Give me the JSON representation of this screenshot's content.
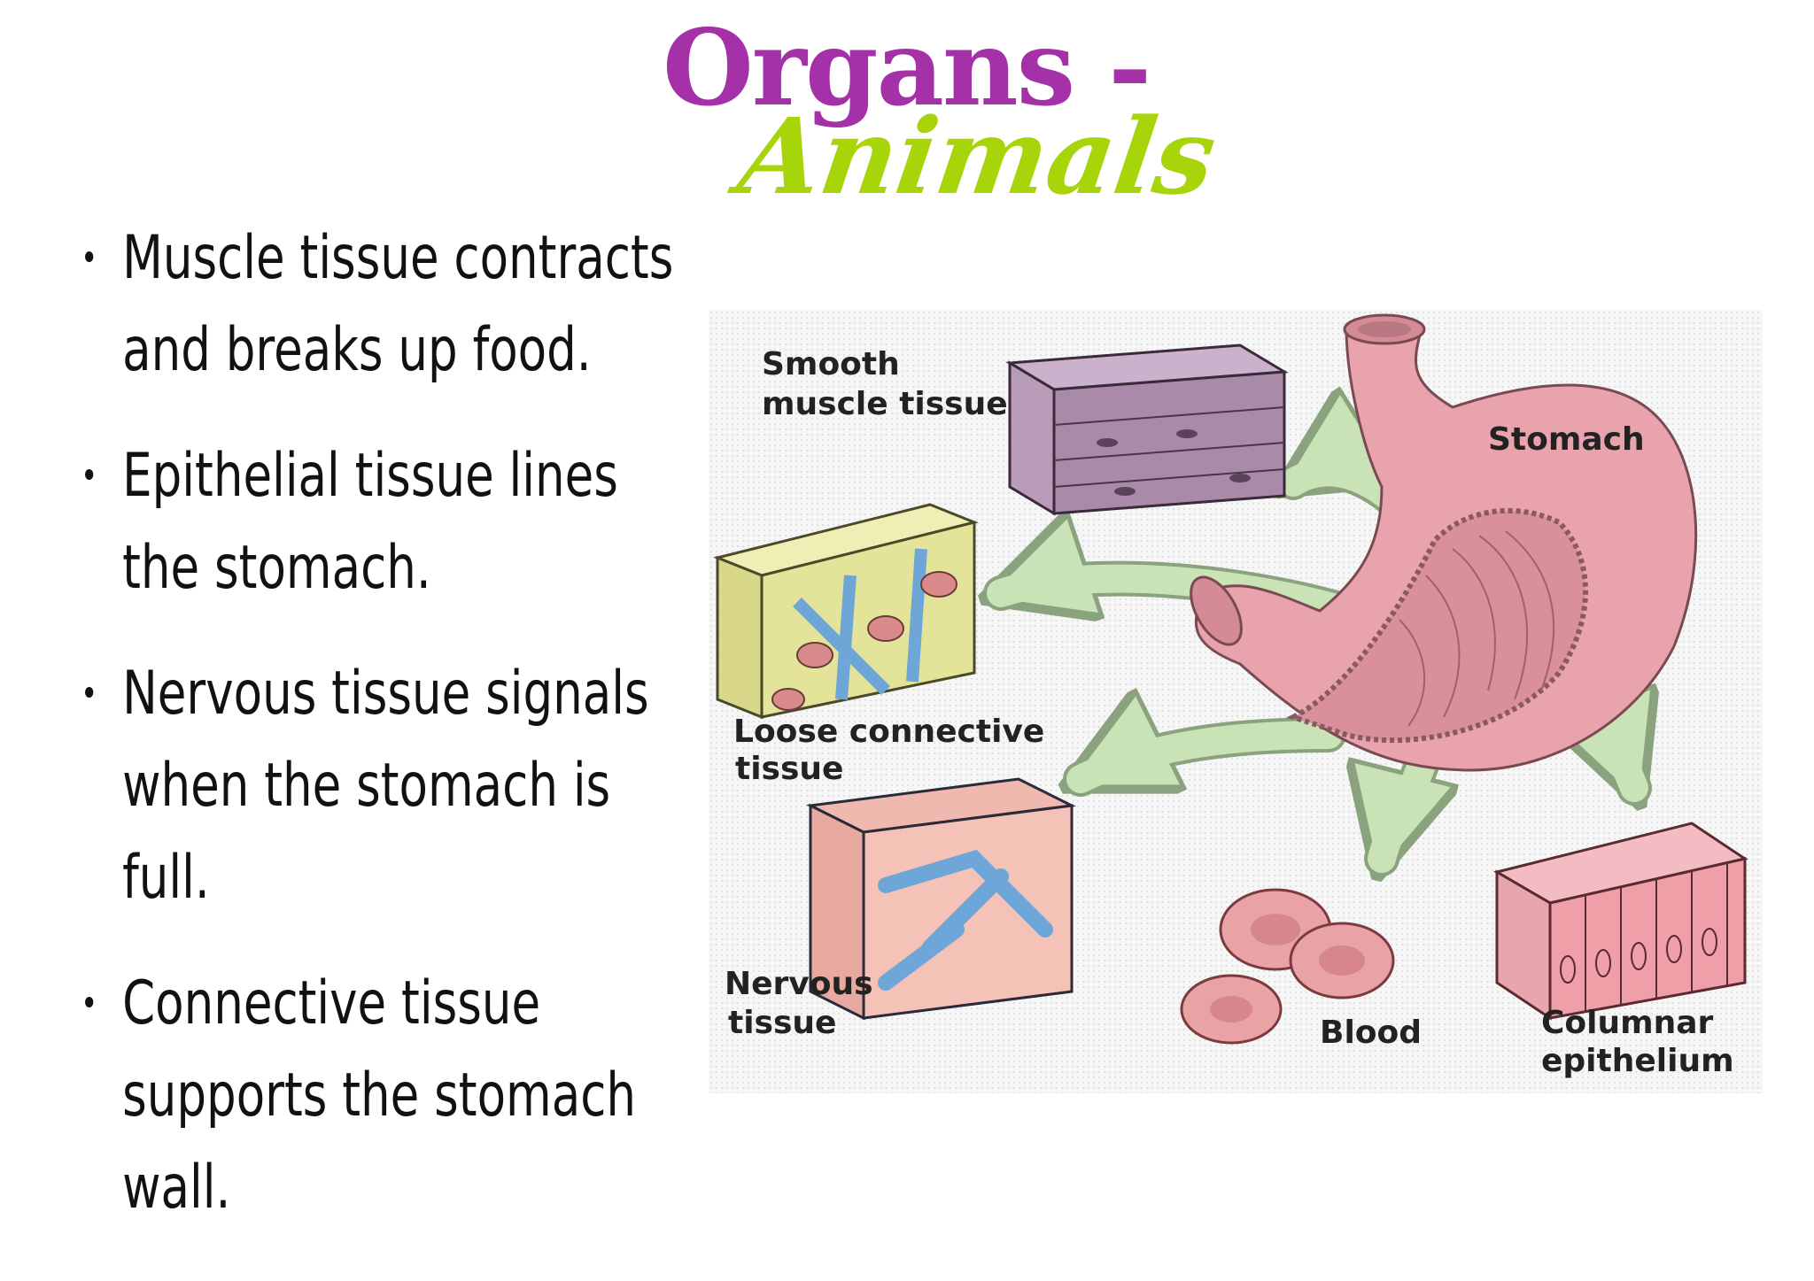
{
  "title": {
    "main": "Organs -",
    "sub": "Animals"
  },
  "bullets": [
    {
      "lines": [
        "Muscle tissue contracts",
        "and breaks up food."
      ]
    },
    {
      "lines": [
        "Epithelial tissue lines",
        "the stomach."
      ]
    },
    {
      "lines": [
        "Nervous tissue signals",
        "when the stomach is",
        "full."
      ]
    },
    {
      "lines": [
        "Connective tissue",
        "supports the stomach",
        "wall."
      ]
    }
  ],
  "figure": {
    "labels": {
      "smooth_1": "Smooth",
      "smooth_2": "muscle tissue",
      "stomach": "Stomach",
      "loose_1": "Loose connective",
      "loose_2": "tissue",
      "nervous_1": "Nervous",
      "nervous_2": "tissue",
      "blood": "Blood",
      "columnar_1": "Columnar",
      "columnar_2": "epithelium"
    },
    "colors": {
      "stomach": "#e8a3ad",
      "muscle": "#b69ab6",
      "arrow": "#c9e3b6",
      "blood": "#e9a3a6",
      "nerve_blue": "#6fa6d8",
      "loose_yellow": "#e4e39a"
    }
  }
}
